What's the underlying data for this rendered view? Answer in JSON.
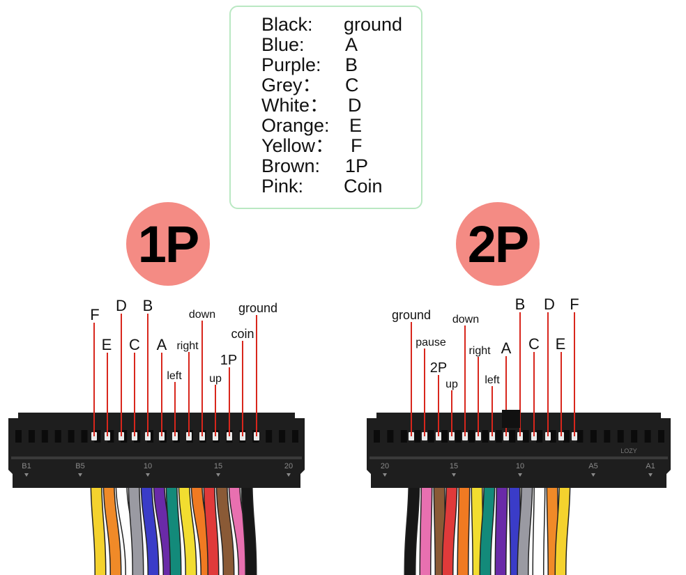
{
  "legend": {
    "rows": [
      {
        "color": "Black:",
        "signal": "ground"
      },
      {
        "color": "Blue:",
        "signal": "A"
      },
      {
        "color": "Purple:",
        "signal": "B"
      },
      {
        "color": "Grey：",
        "signal": "C"
      },
      {
        "color": "White：",
        "signal": "D"
      },
      {
        "color": "Orange:",
        "signal": "E"
      },
      {
        "color": "Yellow：",
        "signal": "F"
      },
      {
        "color": "Brown:",
        "signal": "1P"
      },
      {
        "color": "Pink:",
        "signal": "Coin"
      }
    ]
  },
  "players": {
    "p1": {
      "badge": "1P",
      "connector_marks": [
        "B1",
        "B5",
        "10",
        "15",
        "20"
      ],
      "pins": [
        {
          "label": "F"
        },
        {
          "label": "E"
        },
        {
          "label": "D"
        },
        {
          "label": "C"
        },
        {
          "label": "B"
        },
        {
          "label": "A"
        },
        {
          "label": "left"
        },
        {
          "label": "right"
        },
        {
          "label": "down"
        },
        {
          "label": "up"
        },
        {
          "label": "1P"
        },
        {
          "label": "coin"
        },
        {
          "label": "ground"
        }
      ]
    },
    "p2": {
      "badge": "2P",
      "connector_marks": [
        "20",
        "15",
        "10",
        "A5",
        "A1"
      ],
      "connector_code": "LOZY",
      "pins": [
        {
          "label": "ground"
        },
        {
          "label": "pause"
        },
        {
          "label": "2P"
        },
        {
          "label": "up"
        },
        {
          "label": "down"
        },
        {
          "label": "right"
        },
        {
          "label": "left"
        },
        {
          "label": "A"
        },
        {
          "label": "B"
        },
        {
          "label": "C"
        },
        {
          "label": "D"
        },
        {
          "label": "E"
        },
        {
          "label": "F"
        }
      ]
    }
  },
  "colors": {
    "leader": "#d8261c",
    "badge": "#f48b84",
    "legend_border": "#b9e8c2",
    "connector": "#1e1e1e",
    "wires_p1": [
      "#f4d22e",
      "#f08a28",
      "#ffffff",
      "#9a9aa2",
      "#3a3cc8",
      "#6a2aa8",
      "#138a7a",
      "#f2dd30",
      "#f07a22",
      "#e03a3a",
      "#8a5a36",
      "#e870b0",
      "#171717"
    ],
    "wires_p2": [
      "#171717",
      "#e870b0",
      "#8a5a36",
      "#e03a3a",
      "#f07a22",
      "#f2dd30",
      "#138a7a",
      "#6a2aa8",
      "#3a3cc8",
      "#9a9aa2",
      "#ffffff",
      "#f08a28",
      "#f4d22e"
    ]
  }
}
